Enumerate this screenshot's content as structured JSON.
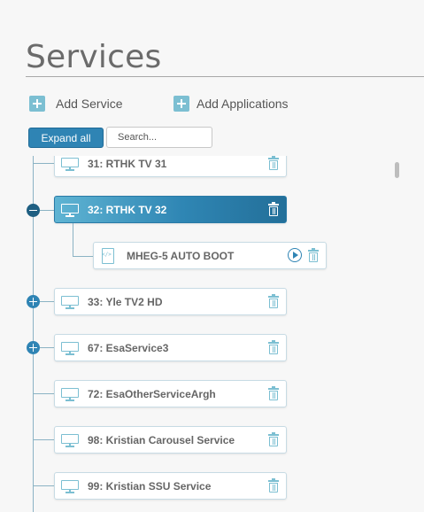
{
  "page": {
    "title": "Services"
  },
  "actions": {
    "add_service": "Add Service",
    "add_applications": "Add Applications"
  },
  "toolbar": {
    "expand_all": "Expand all",
    "search_placeholder": "Search..."
  },
  "services": [
    {
      "label": "31: RTHK TV 31",
      "toggle": "none"
    },
    {
      "label": "32: RTHK TV 32",
      "toggle": "minus",
      "selected": true,
      "applications": [
        {
          "label": "MHEG-5 AUTO BOOT"
        }
      ]
    },
    {
      "label": "33: Yle TV2 HD",
      "toggle": "plus"
    },
    {
      "label": "67: EsaService3",
      "toggle": "plus"
    },
    {
      "label": "72: EsaOtherServiceArgh",
      "toggle": "none"
    },
    {
      "label": "98: Kristian Carousel Service",
      "toggle": "none"
    },
    {
      "label": "99: Kristian SSU Service",
      "toggle": "none"
    }
  ],
  "colors": {
    "accent": "#2f84b4",
    "icon": "#7cbfd2",
    "tree_line": "#8bb3c4"
  }
}
